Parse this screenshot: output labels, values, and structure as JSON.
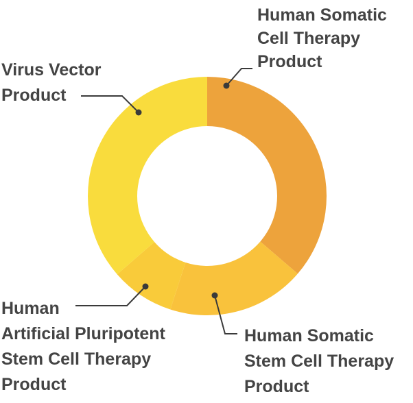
{
  "chart_data": {
    "type": "pie",
    "style": "donut",
    "title": "",
    "slices": [
      {
        "label": "Human Somatic Cell Therapy Product",
        "lines": [
          "Human Somatic",
          "Cell Therapy",
          "Product"
        ],
        "value": 36.3,
        "color": "#EDA33C"
      },
      {
        "label": "Human Somatic Stem Cell Therapy Product",
        "lines": [
          "Human Somatic",
          "Stem Cell Therapy",
          "Product"
        ],
        "value": 18.7,
        "color": "#F9C23C"
      },
      {
        "label": "Human Artificial Pluripotent Stem Cell Therapy Product",
        "lines": [
          "Human",
          "Artificial Pluripotent",
          "Stem Cell Therapy",
          "Product"
        ],
        "value": 8.6,
        "color": "#F9CB3A"
      },
      {
        "label": "Virus Vector Product",
        "lines": [
          "Virus Vector",
          "Product"
        ],
        "value": 36.4,
        "color": "#F9DC3D"
      }
    ],
    "label_color": "#444444",
    "leader_color": "#3A3A3A"
  }
}
